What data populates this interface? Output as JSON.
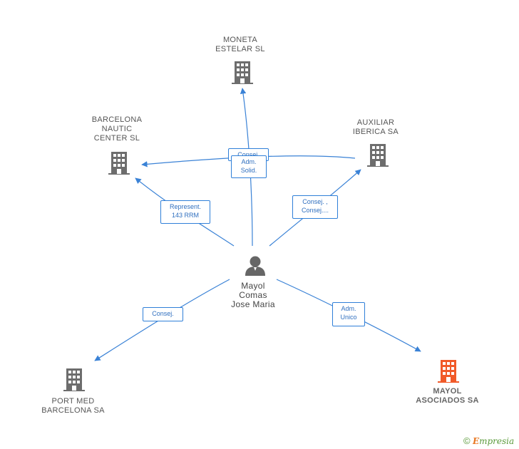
{
  "nodes": {
    "moneta": {
      "line1": "MONETA",
      "line2": "ESTELAR SL"
    },
    "barcelona_nautic": {
      "line1": "BARCELONA",
      "line2": "NAUTIC",
      "line3": "CENTER SL"
    },
    "auxiliar": {
      "line1": "AUXILIAR",
      "line2": "IBERICA SA"
    },
    "person": {
      "line1": "Mayol",
      "line2": "Comas",
      "line3": "Jose Maria"
    },
    "port_med": {
      "line1": "PORT MED",
      "line2": "BARCELONA SA"
    },
    "mayol_asociados": {
      "line1": "MAYOL",
      "line2": "ASOCIADOS SA"
    }
  },
  "edges": {
    "adm_solid_back": {
      "line1": "Consej.",
      "line2": ""
    },
    "adm_solid": {
      "line1": "Adm.",
      "line2": "Solid."
    },
    "represent": {
      "line1": "Represent.",
      "line2": "143 RRM"
    },
    "consej_aux": {
      "line1": "Consej. ,",
      "line2": "Consej...."
    },
    "consej_port": {
      "line1": "Consej."
    },
    "adm_unico": {
      "line1": "Adm.",
      "line2": "Unico"
    }
  },
  "colors": {
    "building": "#6d6d6d",
    "building_highlight": "#f15a29",
    "edge": "#3a82d6",
    "person": "#666666"
  },
  "watermark": {
    "copyright": "©",
    "brand_first": "E",
    "brand_rest": "mpresia"
  }
}
